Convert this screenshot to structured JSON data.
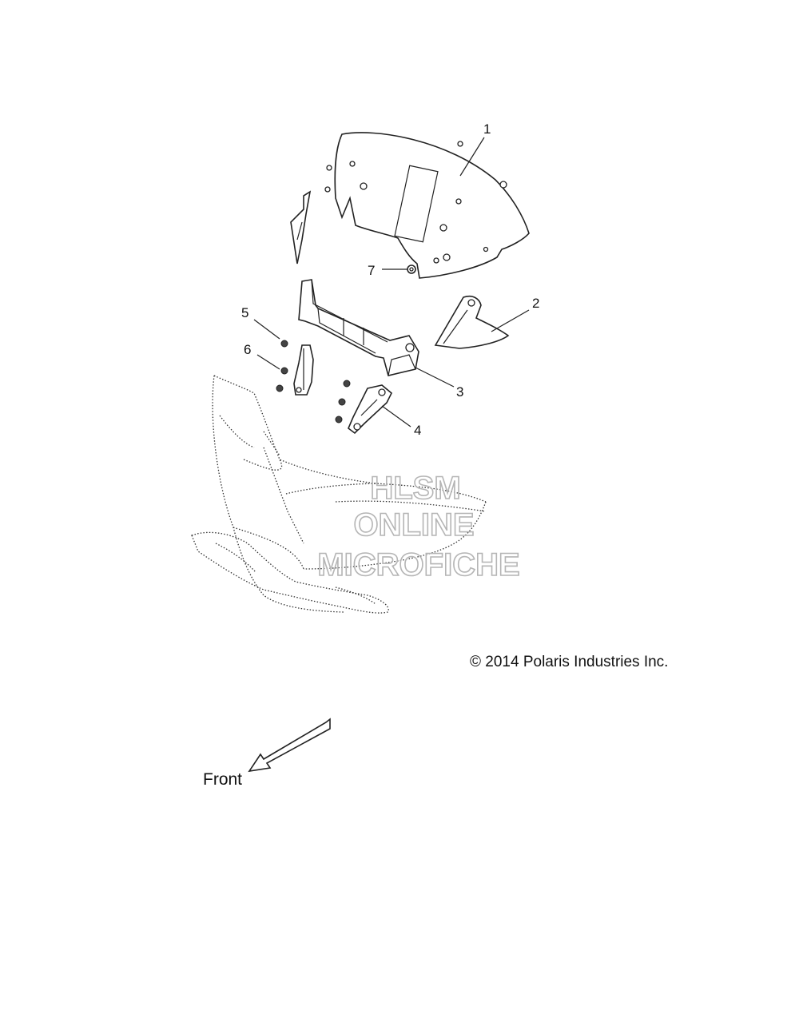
{
  "callouts": {
    "c1": "1",
    "c2": "2",
    "c3": "3",
    "c4": "4",
    "c5": "5",
    "c6": "6",
    "c7": "7"
  },
  "watermark": {
    "line1": "HLSM",
    "line2": "ONLINE",
    "line3": "MICROFICHE"
  },
  "copyright": "© 2014 Polaris Industries Inc.",
  "direction_label": "Front",
  "colors": {
    "line": "#222222",
    "watermark": "#b5b5b5",
    "background": "#ffffff"
  }
}
